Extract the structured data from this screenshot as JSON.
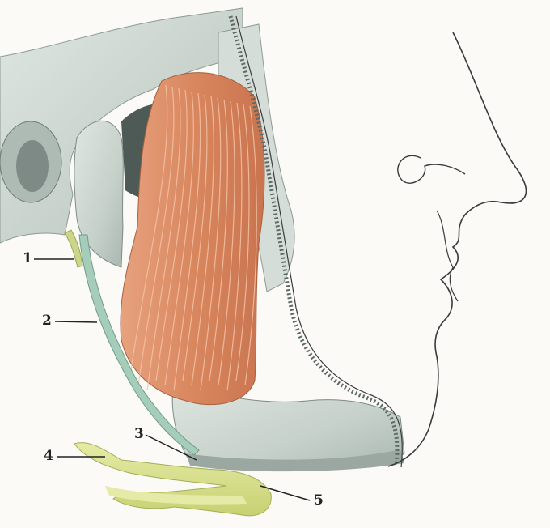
{
  "figure": {
    "labels": [
      {
        "id": "1",
        "text": "1"
      },
      {
        "id": "2",
        "text": "2"
      },
      {
        "id": "3",
        "text": "3"
      },
      {
        "id": "4",
        "text": "4"
      },
      {
        "id": "5",
        "text": "5"
      }
    ]
  },
  "colors": {
    "background": "#fbfaf7",
    "bone": "#c9d3cc",
    "bone_shadow": "#9fada6",
    "bone_dark": "#5d6a66",
    "muscle": "#d9875f",
    "muscle_light": "#eba987",
    "ligament": "#9fc7b3",
    "hyoid": "#d8df8c",
    "outline": "#2f2f2f"
  }
}
